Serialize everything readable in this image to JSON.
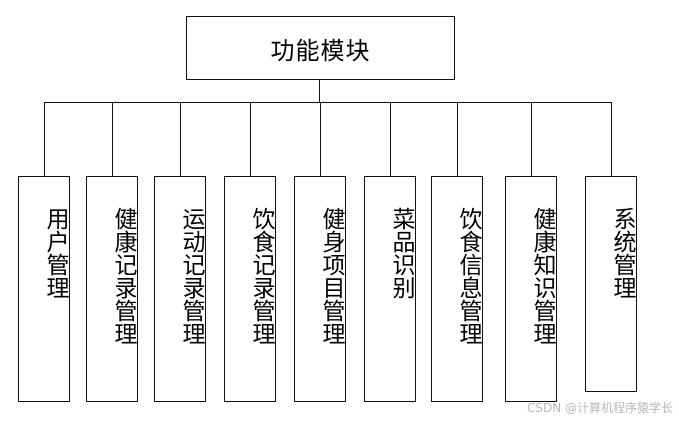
{
  "root": {
    "label": "功能模块"
  },
  "children": [
    {
      "label": "用户管理"
    },
    {
      "label": "健康记录管理"
    },
    {
      "label": "运动记录管理"
    },
    {
      "label": "饮食记录管理"
    },
    {
      "label": "健身项目管理"
    },
    {
      "label": "菜品识别"
    },
    {
      "label": "饮食信息管理"
    },
    {
      "label": "健康知识管理"
    },
    {
      "label": "系统管理"
    }
  ],
  "watermark": "CSDN @计算机程序猿学长"
}
